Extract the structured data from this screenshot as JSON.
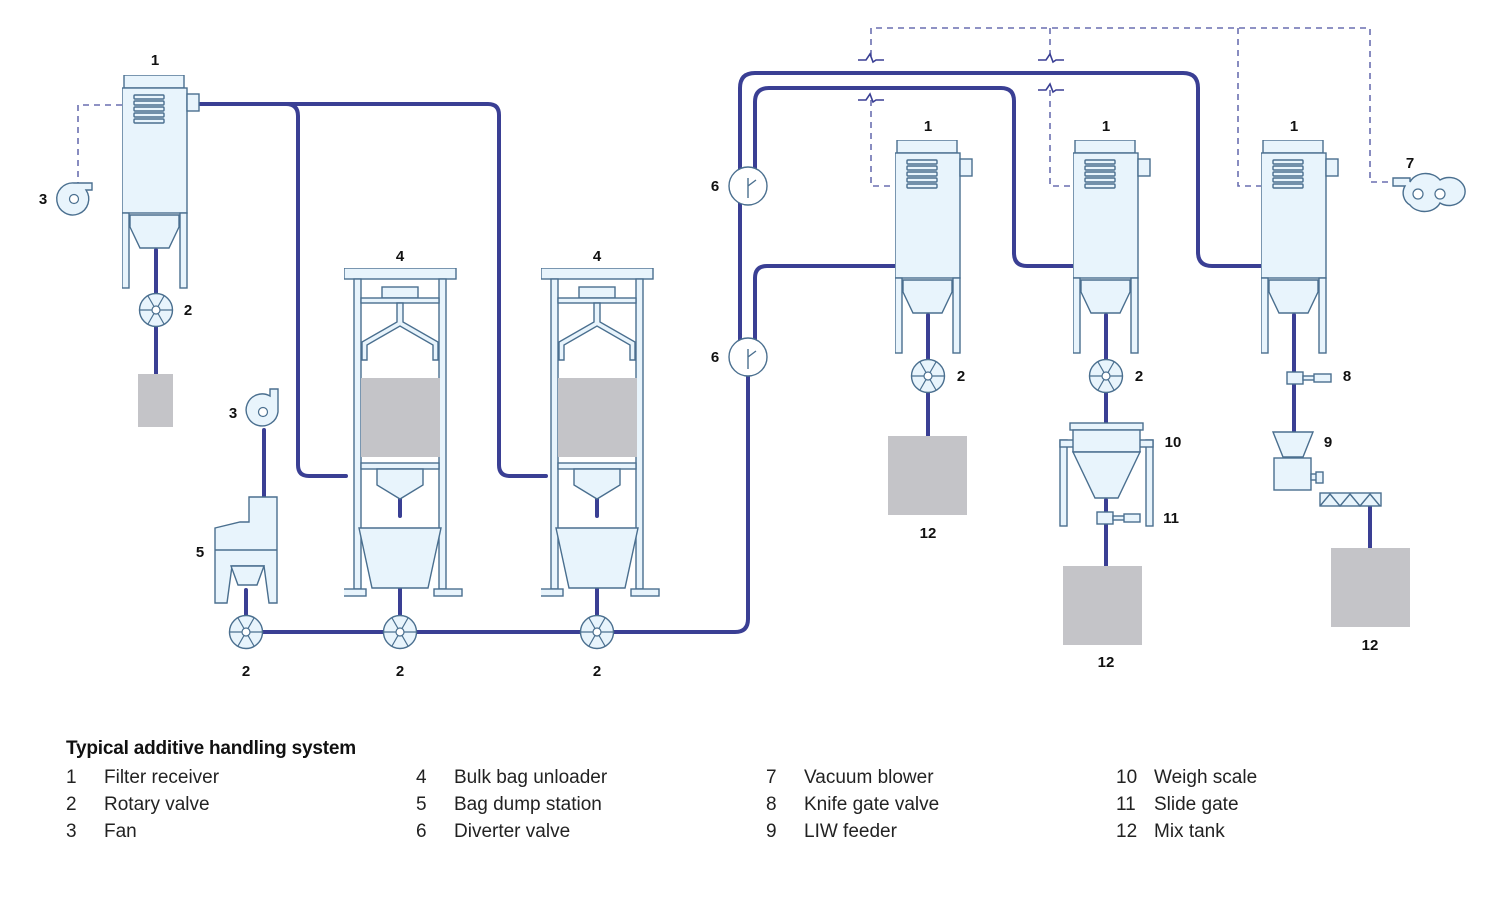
{
  "diagram": {
    "title": "Typical additive handling system",
    "labels": {
      "filter_receiver": "1",
      "rotary_valve": "2",
      "fan": "3",
      "bulk_bag_unloader": "4",
      "bag_dump_station": "5",
      "diverter_valve": "6",
      "vacuum_blower": "7",
      "knife_gate_valve": "8",
      "liw_feeder": "9",
      "weigh_scale": "10",
      "slide_gate": "11",
      "mix_tank": "12"
    },
    "colors": {
      "pipe": "#3a3f94",
      "vacuum_line": "#6a6fb0",
      "equipment_fill": "#e8f4fc",
      "equipment_stroke": "#4a6f8f",
      "tank": "#c4c4c8"
    }
  },
  "legend": {
    "title": "Typical additive handling system",
    "columns": [
      [
        {
          "num": "1",
          "label": "Filter receiver"
        },
        {
          "num": "2",
          "label": "Rotary valve"
        },
        {
          "num": "3",
          "label": "Fan"
        }
      ],
      [
        {
          "num": "4",
          "label": "Bulk bag unloader"
        },
        {
          "num": "5",
          "label": "Bag dump station"
        },
        {
          "num": "6",
          "label": "Diverter valve"
        }
      ],
      [
        {
          "num": "7",
          "label": "Vacuum blower"
        },
        {
          "num": "8",
          "label": "Knife gate valve"
        },
        {
          "num": "9",
          "label": "LIW feeder"
        }
      ],
      [
        {
          "num": "10",
          "label": "Weigh scale"
        },
        {
          "num": "11",
          "label": "Slide gate"
        },
        {
          "num": "12",
          "label": "Mix tank"
        }
      ]
    ]
  }
}
